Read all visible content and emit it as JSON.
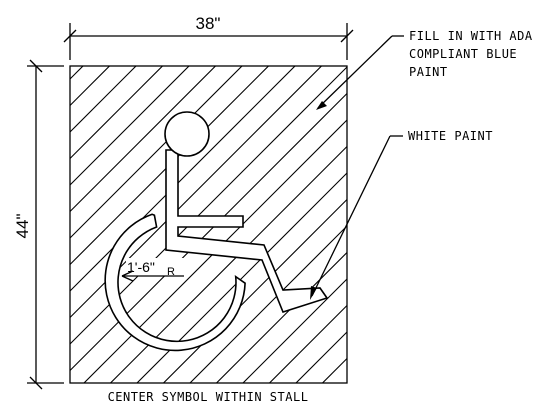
{
  "dimensions": {
    "width_label": "38\"",
    "height_label": "44\"",
    "radius_label": "1'-6\"",
    "radius_suffix": "R"
  },
  "notes": {
    "fill_line1": "FILL IN WITH ADA",
    "fill_line2": "COMPLIANT BLUE",
    "fill_line3": "PAINT",
    "white_paint": "WHITE PAINT",
    "caption": "CENTER SYMBOL WITHIN STALL"
  },
  "colors": {
    "line": "#000000",
    "background": "#ffffff"
  }
}
